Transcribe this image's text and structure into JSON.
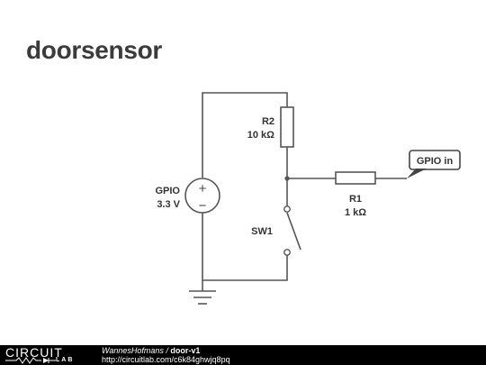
{
  "title": "doorsensor",
  "components": {
    "r2": {
      "name": "R2",
      "value": "10 kΩ"
    },
    "r1": {
      "name": "R1",
      "value": "1 kΩ"
    },
    "source": {
      "name": "GPIO",
      "value": "3.3 V",
      "plus": "+",
      "minus": "−"
    },
    "switch": {
      "name": "SW1"
    },
    "output": {
      "label": "GPIO in"
    }
  },
  "footer": {
    "logo_circuit": "CIRCUIT",
    "logo_lab": "LAB",
    "author": "WannesHofmans",
    "separator": " / ",
    "project": "door-v1",
    "url": "http://circuitlab.com/c6k84ghwjq8pq"
  },
  "colors": {
    "wire": "#555555",
    "text": "#333333",
    "footer_bg": "#000000"
  }
}
